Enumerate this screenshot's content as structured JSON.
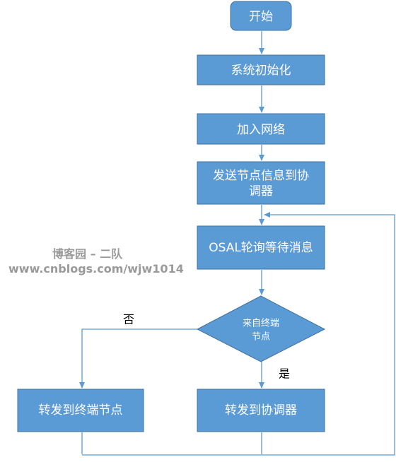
{
  "diagram": {
    "nodes": {
      "start": "开始",
      "init": "系统初始化",
      "join": "加入网络",
      "send_line1": "发送节点信息到协",
      "send_line2": "调器",
      "poll": "OSAL轮询等待消息",
      "decision_line1": "来自终端",
      "decision_line2": "节点",
      "forward_terminal": "转发到终端节点",
      "forward_coord": "转发到协调器"
    },
    "edge_labels": {
      "no": "否",
      "yes": "是"
    },
    "colors": {
      "node_fill": "#5b9bd5",
      "node_stroke": "#41719c",
      "arrow": "#5b9bd5"
    }
  },
  "watermark": {
    "line1": "博客园 – 二队",
    "line2": "www.cnblogs.com/wjw1014"
  }
}
